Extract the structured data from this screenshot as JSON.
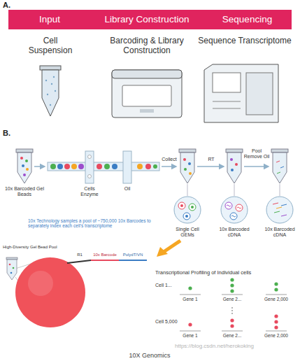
{
  "diagram": {
    "caption": "10X Genomics",
    "nodes": [
      {
        "text": [
          "Input"
        ]
      },
      {
        "text": [
          "Library Construction"
        ]
      },
      {
        "text": [
          "Sequencing"
        ]
      }
    ],
    "labels": [
      "A.",
      "Cell Suspension",
      "Barcoding & Library Construction",
      "Sequence Transcriptome",
      "B.",
      "10x Barcoded Gel Beads",
      "Cells Enzyme",
      "Oil",
      "Collect",
      "RT",
      "Pool Remove Oil",
      "Single Cell GEMs",
      "10x Barcoded cDNA",
      "10x Barcoded cDNA",
      "10x Technology samples a pool of ~750,000 10x Barcodes to separately index each cell's transcriptome",
      "High-Diversity Gel Bead Pool",
      "R1",
      "10x Barcode",
      "PolydT/VN",
      "Transcriptional Profiling of Individual cells",
      "Cell 1...",
      "Gene 1",
      "Gene 2...",
      "Gene 2,000",
      "Cell 5,000",
      "Gene 1",
      "Gene 2...",
      "Gene 2,000",
      "https://blog.csdn.net/herokoking"
    ]
  }
}
